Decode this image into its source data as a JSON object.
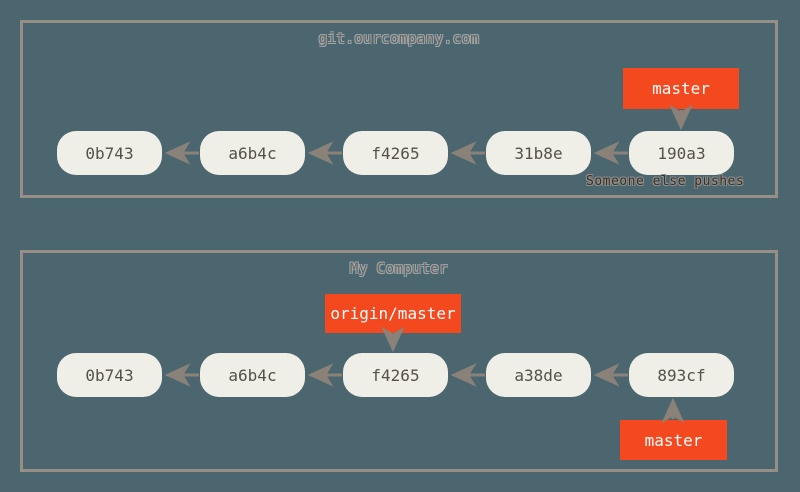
{
  "diagram": {
    "background_color": "#4c6670",
    "panel_border_color": "#968f86",
    "commit_fill_color": "#efefe7",
    "commit_text_color": "#55504a",
    "label_color": "#f4481f",
    "label_text_color": "#ffffff",
    "arrow_color": "#8a8278"
  },
  "remote_panel": {
    "title": "git.ourcompany.com",
    "note": "Someone else pushes",
    "commits": [
      {
        "sha": "0b743"
      },
      {
        "sha": "a6b4c"
      },
      {
        "sha": "f4265"
      },
      {
        "sha": "31b8e"
      },
      {
        "sha": "190a3"
      }
    ],
    "branch_label": "master"
  },
  "local_panel": {
    "title": "My Computer",
    "commits": [
      {
        "sha": "0b743"
      },
      {
        "sha": "a6b4c"
      },
      {
        "sha": "f4265"
      },
      {
        "sha": "a38de"
      },
      {
        "sha": "893cf"
      }
    ],
    "tracking_label": "origin/master",
    "branch_label": "master"
  }
}
